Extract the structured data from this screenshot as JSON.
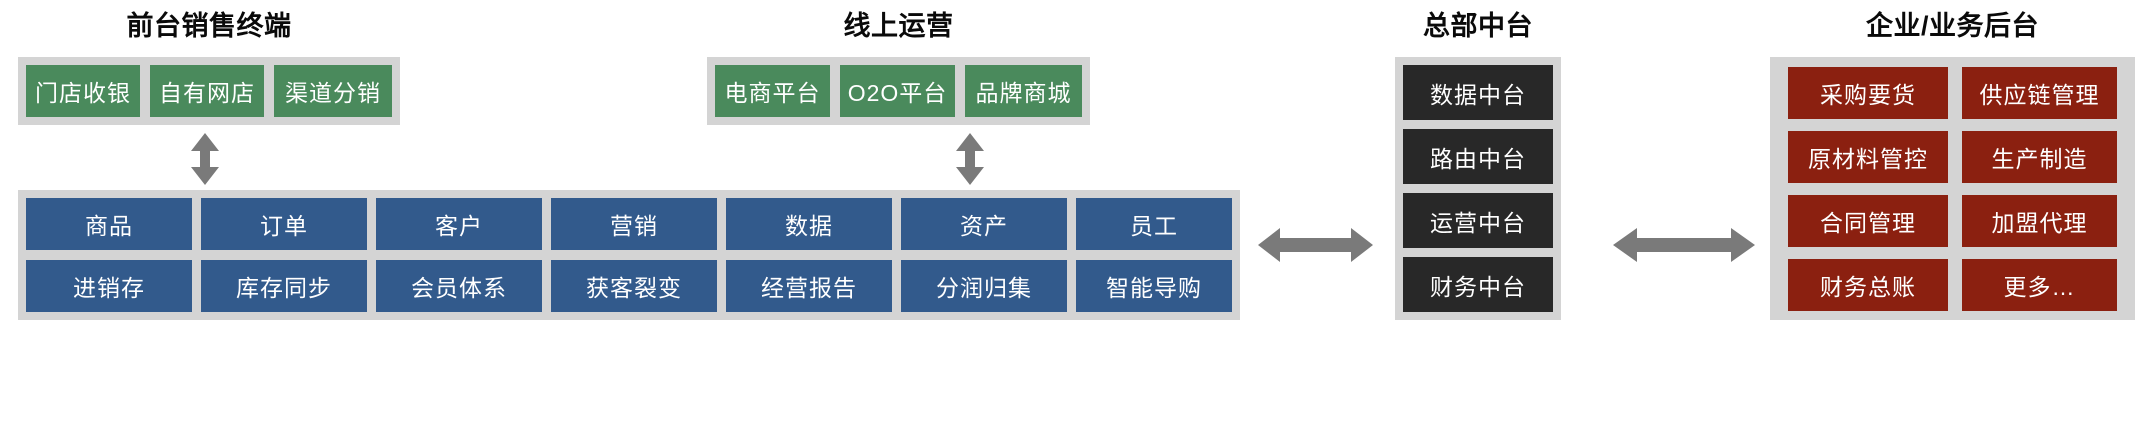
{
  "diagram": {
    "title_color": "#0A0A0A",
    "container_color": "#D4D4D4",
    "palette": {
      "green": "#4A8A5C",
      "blue": "#325A8C",
      "dark": "#282828",
      "red": "#8B2010",
      "arrow": "#7A7A7A"
    }
  },
  "sections": {
    "front_sales": {
      "title": "前台销售终端",
      "items": [
        "门店收银",
        "自有网店",
        "渠道分销"
      ]
    },
    "online_ops": {
      "title": "线上运营",
      "items": [
        "电商平台",
        "O2O平台",
        "品牌商城"
      ]
    },
    "hq_middle": {
      "title": "总部中台",
      "items": [
        "数据中台",
        "路由中台",
        "运营中台",
        "财务中台"
      ]
    },
    "enterprise_backend": {
      "title": "企业/业务后台",
      "items": [
        "采购要货",
        "供应链管理",
        "原材料管控",
        "生产制造",
        "合同管理",
        "加盟代理",
        "财务总账",
        "更多…"
      ]
    },
    "capability_platform": {
      "row1": [
        "商品",
        "订单",
        "客户",
        "营销",
        "数据",
        "资产",
        "员工"
      ],
      "row2": [
        "进销存",
        "库存同步",
        "会员体系",
        "获客裂变",
        "经营报告",
        "分润归集",
        "智能导购"
      ]
    }
  },
  "connectors": [
    {
      "name": "front-sales-to-capability",
      "direction": "vertical-bidirectional"
    },
    {
      "name": "online-ops-to-capability",
      "direction": "vertical-bidirectional"
    },
    {
      "name": "capability-to-hq-middle",
      "direction": "horizontal-bidirectional"
    },
    {
      "name": "hq-middle-to-enterprise-backend",
      "direction": "horizontal-bidirectional"
    }
  ]
}
